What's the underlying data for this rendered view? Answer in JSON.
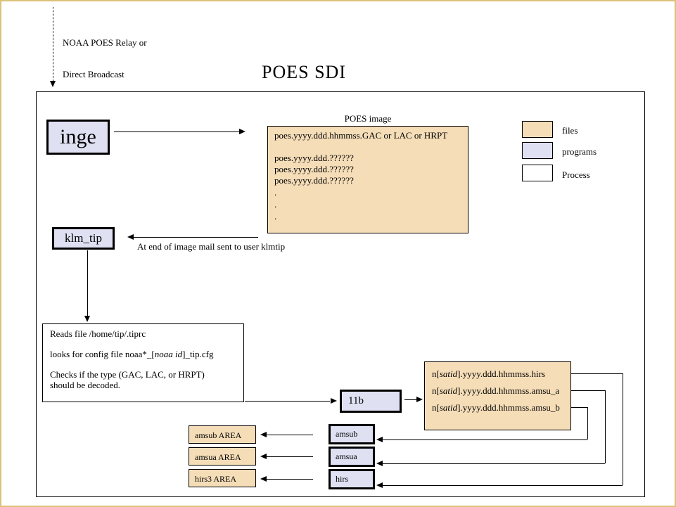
{
  "colors": {
    "files_fill": "#f5ddb8",
    "programs_fill": "#dfe1f3",
    "outer_border": "#dcc27a"
  },
  "header": {
    "title": "POES SDI",
    "source_label_line1": "NOAA POES Relay or",
    "source_label_line2": "Direct Broadcast"
  },
  "legend": {
    "files": "files",
    "programs": "programs",
    "process": "Process"
  },
  "inge": {
    "label": "inge"
  },
  "poes_image": {
    "caption": "POES image",
    "lines": [
      "poes.yyyy.ddd.hhmmss.GAC or LAC or HRPT",
      "",
      "poes.yyyy.ddd.??????",
      "poes.yyyy.ddd.??????",
      "poes.yyyy.ddd.??????",
      ".",
      ".",
      "."
    ]
  },
  "klm_tip": {
    "label": "klm_tip"
  },
  "mail_note": "At end of image mail sent to user klmtip",
  "reads_box": {
    "line1": "Reads file /home/tip/.tiprc",
    "line2_pre": "looks for config file noaa*_[",
    "line2_it": "noaa id",
    "line2_post": "]_tip.cfg",
    "line3": "Checks if the type (GAC, LAC, or HRPT)",
    "line4": "should be decoded."
  },
  "box_11b": {
    "label": "11b"
  },
  "satid_box": {
    "rows": [
      {
        "pre": "n[",
        "it": "satid",
        "post": "].yyyy.ddd.hhmmss.hirs"
      },
      {
        "pre": "n[",
        "it": "satid",
        "post": "].yyyy.ddd.hhmmss.amsu_a"
      },
      {
        "pre": "n[",
        "it": "satid",
        "post": "].yyyy.ddd.hhmmss.amsu_b"
      }
    ]
  },
  "decoders": {
    "amsub": "amsub",
    "amsua": "amsua",
    "hirs": "hirs"
  },
  "areas": {
    "amsub": "amsub AREA",
    "amsua": "amsua AREA",
    "hirs3": "hirs3 AREA"
  }
}
